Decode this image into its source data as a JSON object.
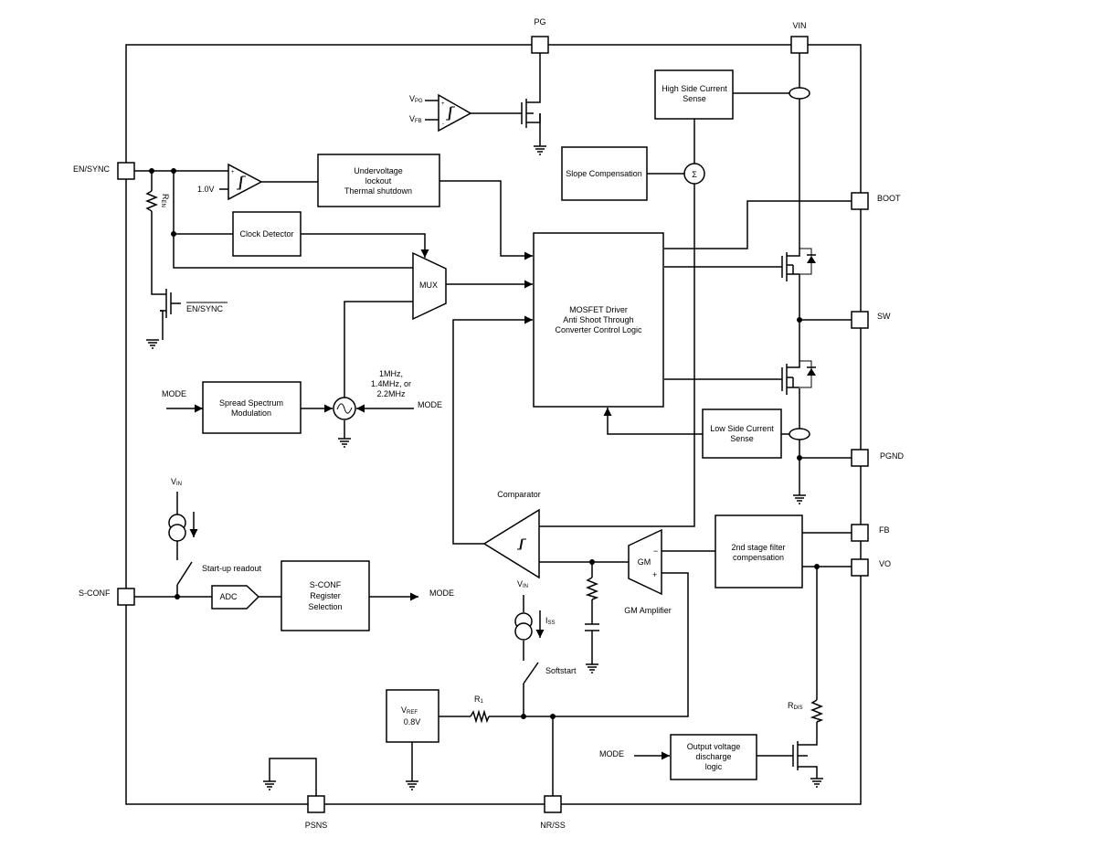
{
  "pins": {
    "pg": "PG",
    "vin": "VIN",
    "en_sync": "EN/SYNC",
    "boot": "BOOT",
    "sw": "SW",
    "pgnd": "PGND",
    "fb": "FB",
    "vo": "VO",
    "s_conf": "S-CONF",
    "psns": "PSNS",
    "nr_ss": "NR/SS"
  },
  "blocks": {
    "high_side_cs": [
      "High Side Current",
      "Sense"
    ],
    "slope_comp": "Slope Compensation",
    "uvlo": [
      "Undervoltage",
      "lockout",
      "Thermal shutdown"
    ],
    "clock_detector": "Clock Detector",
    "mosfet_driver": [
      "MOSFET Driver",
      "Anti Shoot Through",
      "Converter Control Logic"
    ],
    "spread_spectrum": [
      "Spread Spectrum",
      "Modulation"
    ],
    "low_side_cs": [
      "Low Side Current",
      "Sense"
    ],
    "second_stage": [
      "2nd stage filter",
      "compensation"
    ],
    "sconf_reg": [
      "S-CONF",
      "Register",
      "Selection"
    ],
    "vref": [
      "V",
      "REF",
      "0.8V"
    ],
    "discharge": [
      "Output voltage",
      "discharge",
      "logic"
    ],
    "mux": "MUX",
    "adc": "ADC",
    "gm": "GM"
  },
  "labels": {
    "vpg": [
      "V",
      "PG"
    ],
    "vfb": [
      "V",
      "FB"
    ],
    "one_v": "1.0V",
    "ren": [
      "R",
      "EN"
    ],
    "en_sync_bar": "EN/SYNC",
    "mode_ss": "MODE",
    "mode_osc": "MODE",
    "mode_out": "MODE",
    "mode_dis": "MODE",
    "freq": [
      "1MHz,",
      "1.4MHz, or",
      "2.2MHz"
    ],
    "sigma": "Σ",
    "comparator": "Comparator",
    "gm_amp": "GM Amplifier",
    "vin_left": [
      "V",
      "IN"
    ],
    "vin_ss": [
      "V",
      "IN"
    ],
    "iss": [
      "I",
      "SS"
    ],
    "startup": "Start-up readout",
    "softstart": "Softstart",
    "r1": [
      "R",
      "1"
    ],
    "rdis": [
      "R",
      "DIS"
    ],
    "minus": "−",
    "plus": "+",
    "cmp_minus": "-",
    "cmp_plus": "+"
  }
}
